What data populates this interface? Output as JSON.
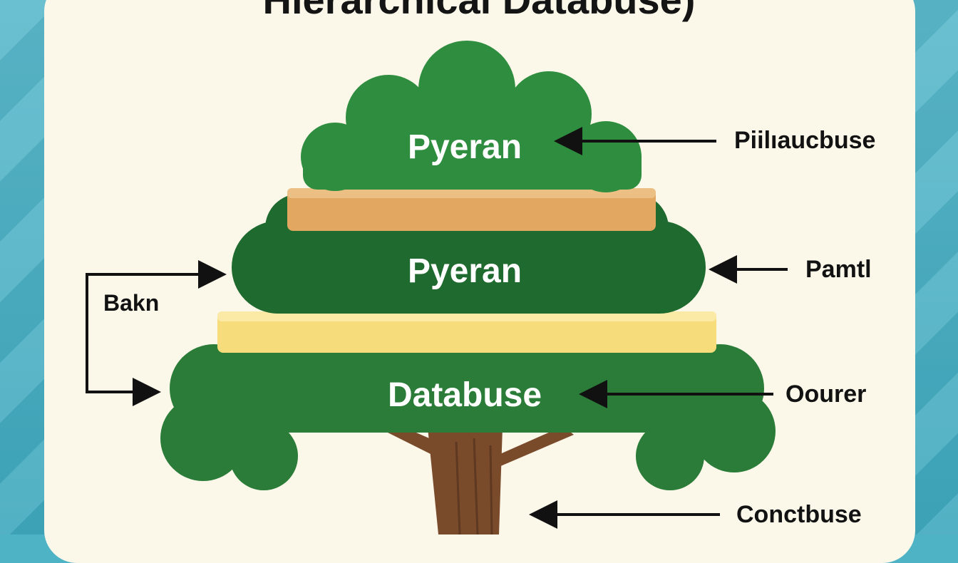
{
  "title": "Hierarchical Databuse)",
  "layers": [
    {
      "label": "Pyeran",
      "color": "#2f8d3f"
    },
    {
      "label": "Pyeran",
      "color": "#1f6a2f"
    },
    {
      "label": "Databuse",
      "color": "#2a7c38"
    }
  ],
  "bands": [
    {
      "color": "#e2a862"
    },
    {
      "color": "#f6dc7a"
    }
  ],
  "trunk_color": "#7a4b2b",
  "side_labels": {
    "top": "Piilıaucbuse",
    "middle": "Pamtl",
    "lower": "Oourer",
    "bottom": "Conctbuse",
    "left": "Bakn"
  }
}
